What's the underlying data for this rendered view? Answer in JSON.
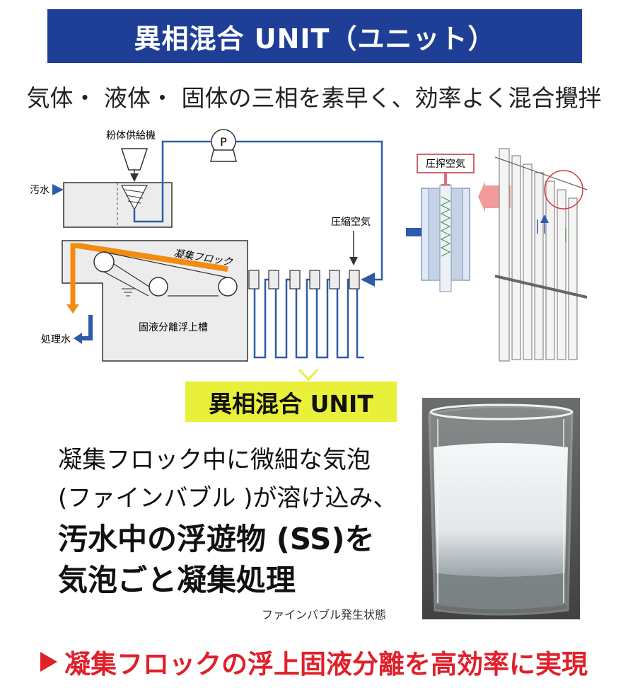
{
  "title": "異相混合 UNIT（ユニット）",
  "subtitle": "気体・ 液体・ 固体の三相を素早く、効率よく混合攪拌",
  "diagram": {
    "powder_feeder": "粉体供給機",
    "wastewater": "汚水",
    "pump": "P",
    "compressed_air": "圧縮空気",
    "floc": "凝集フロック",
    "tank": "固液分離浮上槽",
    "treated_water": "処理水",
    "pressurized_air": "圧搾空気"
  },
  "unit_badge": "異相混合 UNIT",
  "description": {
    "line1": "凝集フロック中に微細な気泡",
    "line2": "(ファインバブル )が溶け込み、",
    "line3": "汚水中の浮遊物 (SS)を",
    "line4": "気泡ごと凝集処理"
  },
  "photo_caption": "ファインバブル発生状態",
  "footer": "凝集フロックの浮上固液分離を高効率に実現",
  "colors": {
    "banner": "#1f3f96",
    "pipe_blue": "#2f5aa8",
    "floc_orange": "#f28c10",
    "badge_yellow": "#e8f03a",
    "footer_red": "#e0202a"
  }
}
